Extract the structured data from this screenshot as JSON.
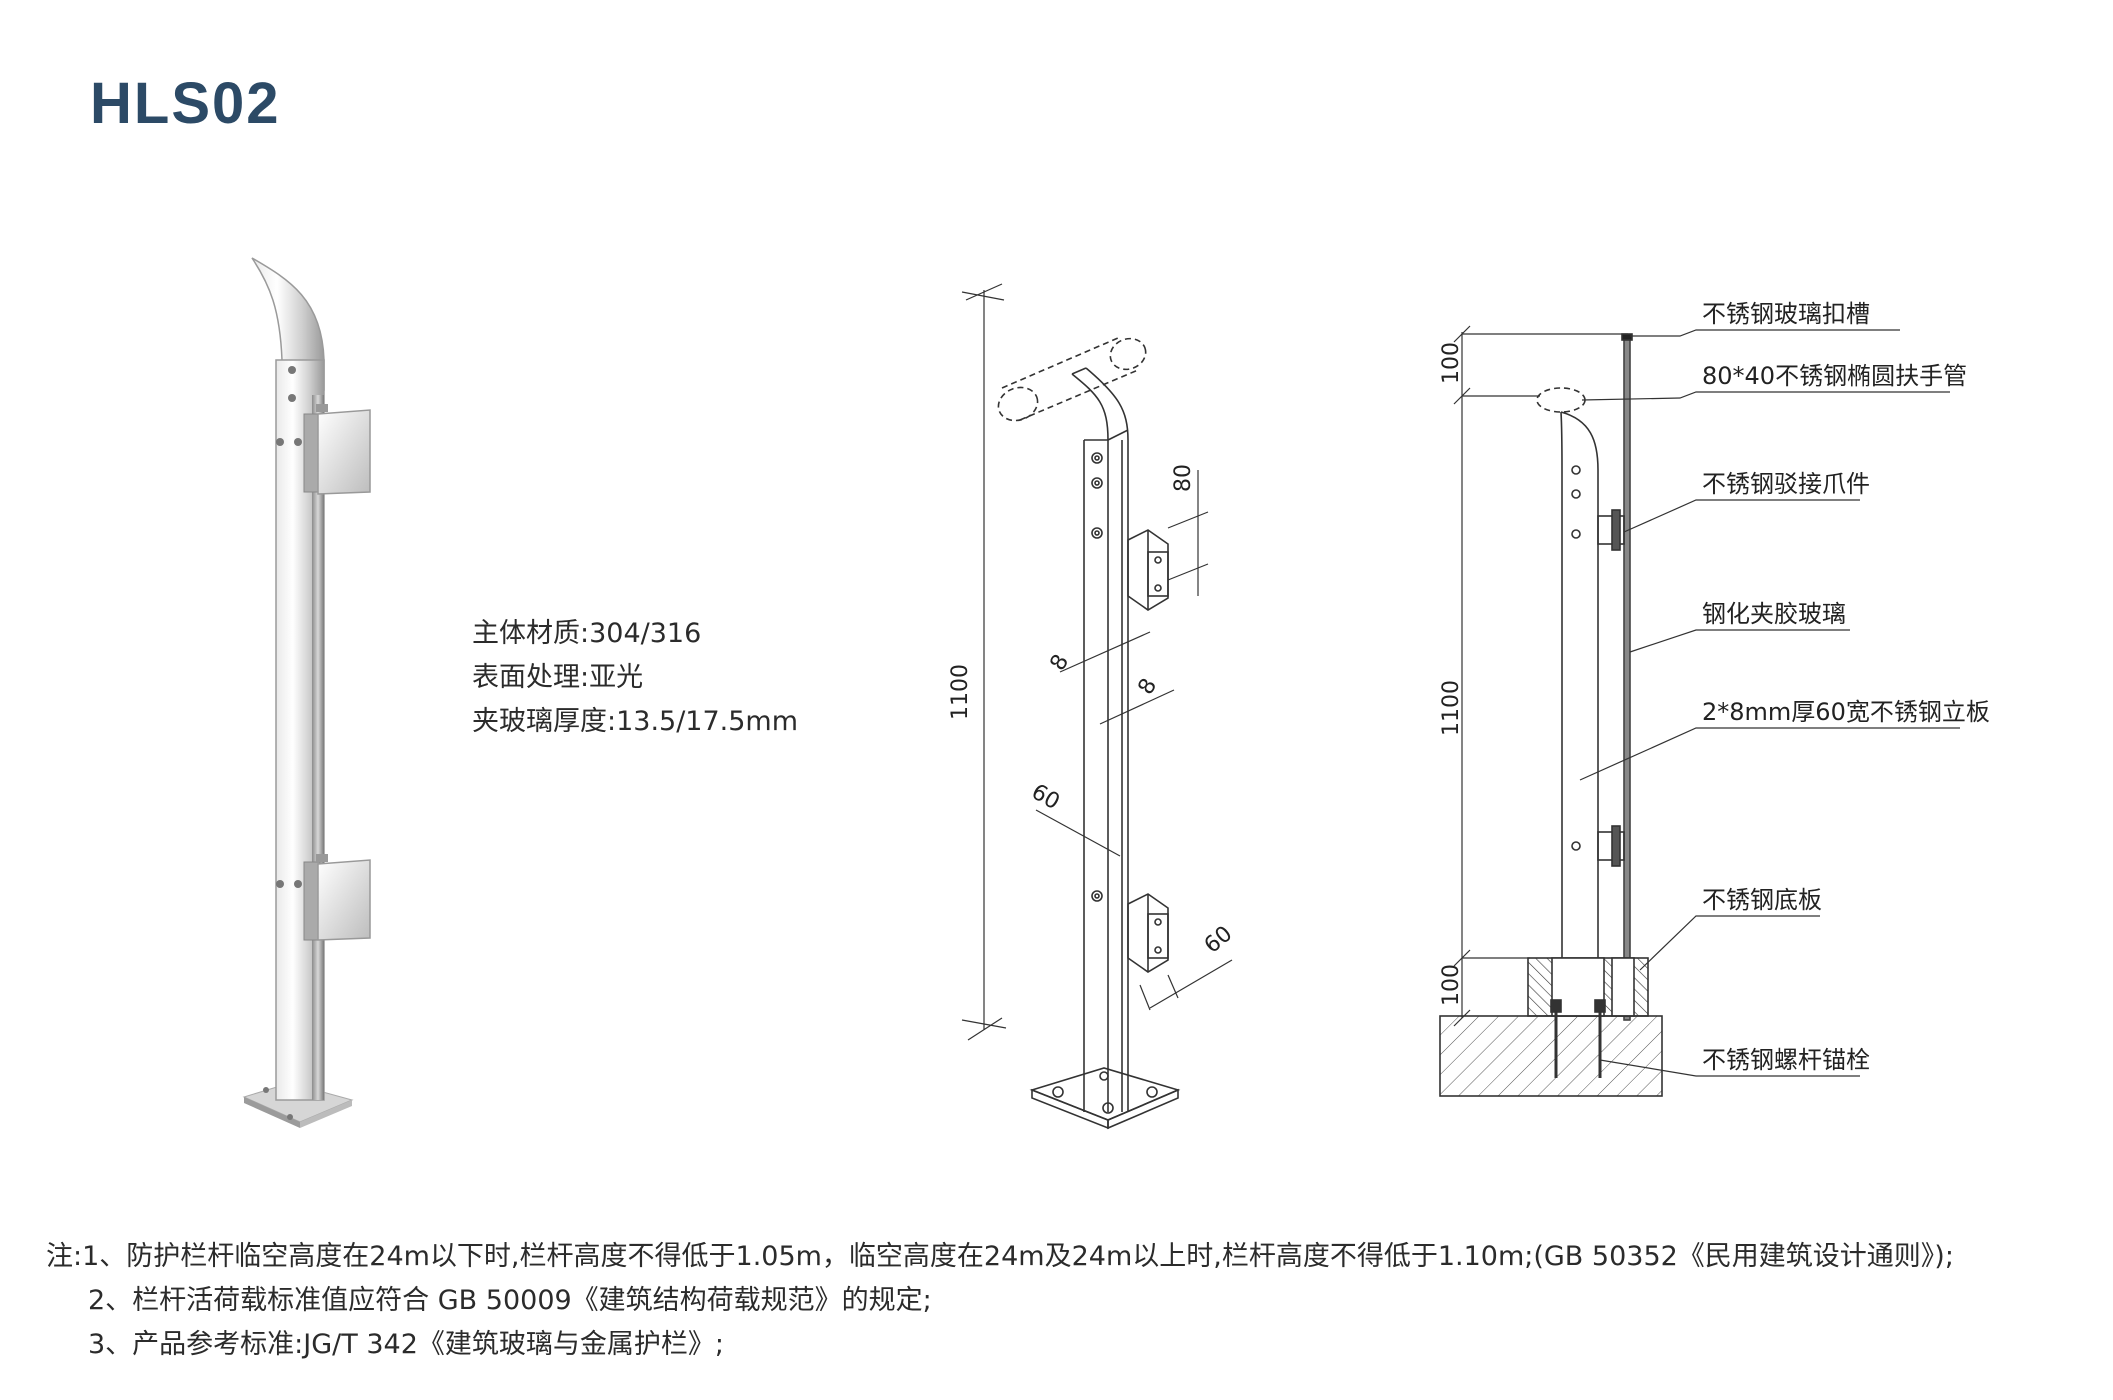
{
  "title": "HLS02",
  "specs": [
    "主体材质:304/316",
    "表面处理:亚光",
    "夹玻璃厚度:13.5/17.5mm"
  ],
  "drawing_dims": {
    "height": "1100",
    "d80": "80",
    "d8a": "8",
    "d8b": "8",
    "d60a": "60",
    "d60b": "60"
  },
  "section_dims": {
    "top": "100",
    "height": "1100",
    "base": "100"
  },
  "section_labels": [
    "不锈钢玻璃扣槽",
    "80*40不锈钢椭圆扶手管",
    "不锈钢驳接爪件",
    "钢化夹胶玻璃",
    "2*8mm厚60宽不锈钢立板",
    "不锈钢底板",
    "不锈钢螺杆锚栓"
  ],
  "notes": [
    "注:1、防护栏杆临空高度在24m以下时,栏杆高度不得低于1.05m，临空高度在24m及24m以上时,栏杆高度不得低于1.10m;(GB 50352《民用建筑设计通则》);",
    "2、栏杆活荷载标准值应符合 GB 50009《建筑结构荷载规范》的规定;",
    "3、产品参考标准:JG/T 342《建筑玻璃与金属护栏》;"
  ]
}
